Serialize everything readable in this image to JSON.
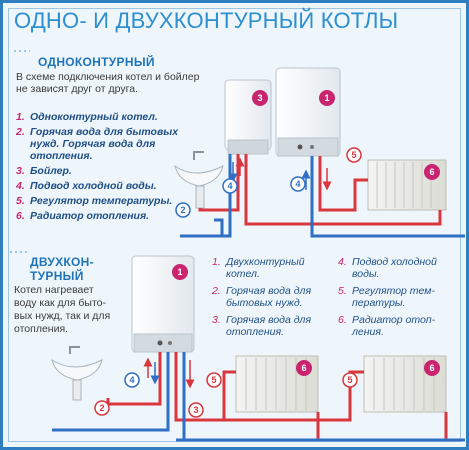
{
  "title": "ОДНО- И ДВУХКОНТУРНЫЙ КОТЛЫ",
  "single": {
    "heading": "ОДНОКОНТУРНЫЙ",
    "description": [
      "В схеме подключения котел и бойлер",
      "не зависят друг от друга."
    ],
    "items": [
      {
        "num": "1.",
        "lines": [
          "Одноконтурный котел."
        ]
      },
      {
        "num": "2.",
        "lines": [
          "Горячая вода для бытовых",
          "нужд. Горячая вода для",
          "отопления."
        ]
      },
      {
        "num": "3.",
        "lines": [
          "Бойлер."
        ]
      },
      {
        "num": "4.",
        "lines": [
          "Подвод холодной воды."
        ]
      },
      {
        "num": "5.",
        "lines": [
          "Регулятор температуры."
        ]
      },
      {
        "num": "6.",
        "lines": [
          "Радиатор отопления."
        ]
      }
    ],
    "badges": [
      "1",
      "2",
      "3",
      "4",
      "5",
      "6"
    ]
  },
  "double": {
    "heading": [
      "ДВУХКОН-",
      "ТУРНЫЙ"
    ],
    "description": [
      "Котел нагревает",
      "воду как для быто-",
      "вых нужд, так и для",
      "отопления."
    ],
    "items_col1": [
      {
        "num": "1.",
        "lines": [
          "Двухконтурный",
          "котел."
        ]
      },
      {
        "num": "2.",
        "lines": [
          "Горячая вода для",
          "бытовых нужд."
        ]
      },
      {
        "num": "3.",
        "lines": [
          "Горячая вода для",
          "отопления."
        ]
      }
    ],
    "items_col2": [
      {
        "num": "4.",
        "lines": [
          "Подвод холодной",
          "воды."
        ]
      },
      {
        "num": "5.",
        "lines": [
          "Регулятор тем-",
          "пературы."
        ]
      },
      {
        "num": "6.",
        "lines": [
          "Радиатор отоп-",
          "ления."
        ]
      }
    ],
    "badges": [
      "1",
      "2",
      "3",
      "4",
      "5",
      "6"
    ]
  },
  "colors": {
    "accent": "#2d8fd0",
    "hot_pipe": "#d9363e",
    "cold_pipe": "#2f6fc4",
    "badge": "#c9256f"
  }
}
